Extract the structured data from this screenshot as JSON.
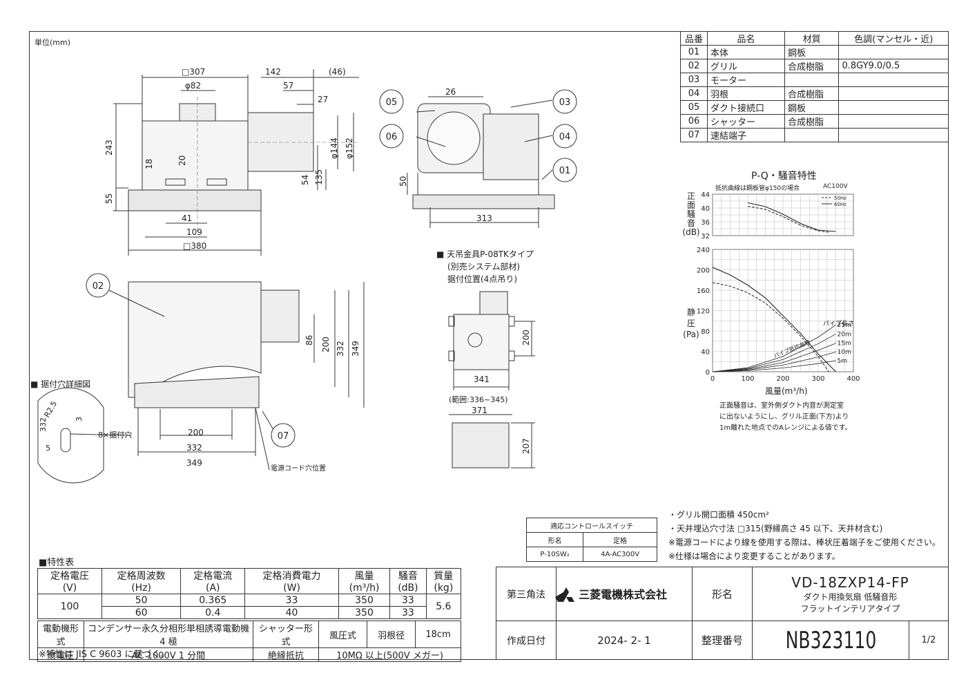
{
  "unit_label": "単位(mm)",
  "parts_table": {
    "headers": [
      "品番",
      "品名",
      "材質",
      "色調(マンセル・近)"
    ],
    "rows": [
      [
        "01",
        "本体",
        "鋼板",
        ""
      ],
      [
        "02",
        "グリル",
        "合成樹脂",
        "0.8GY9.0/0.5"
      ],
      [
        "03",
        "モーター",
        "",
        ""
      ],
      [
        "04",
        "羽根",
        "合成樹脂",
        ""
      ],
      [
        "05",
        "ダクト接続口",
        "鋼板",
        ""
      ],
      [
        "06",
        "シャッター",
        "合成樹脂",
        ""
      ],
      [
        "07",
        "速結端子",
        "",
        ""
      ]
    ]
  },
  "top_view_dims": {
    "d307": "□307",
    "d142": "142",
    "d46": "(46)",
    "d82": "φ82",
    "d57": "57",
    "d27": "27",
    "d243": "243",
    "d144": "φ144",
    "d152": "φ152",
    "d18": "18",
    "d20": "20",
    "d54": "54",
    "d135": "135",
    "d55": "55",
    "d41": "41",
    "d109": "109",
    "d380": "□380"
  },
  "side_view_dims": {
    "d26": "26",
    "d50": "50",
    "d313": "313"
  },
  "callouts": [
    "05",
    "06",
    "03",
    "04",
    "01",
    "02",
    "07"
  ],
  "bottom_view_dims": {
    "d86": "86",
    "d200": "200",
    "d332": "332",
    "d349": "349",
    "h200": "200",
    "h332": "332",
    "h349": "349"
  },
  "mounting_holes": {
    "title": "■ 据付穴詳細図",
    "r": "R2.5",
    "d332": "332",
    "d3": "3",
    "d5": "5",
    "hole_label": "8×据付穴",
    "cord_label": "電源コード穴位置"
  },
  "bracket": {
    "title": "■ 天吊金具P-08TKタイプ",
    "sub1": "(別売システム部材)",
    "sub2": "据付位置(4点吊り)",
    "d200": "200",
    "d341": "341",
    "range": "(範囲:336~345)",
    "d371": "371",
    "d207": "207"
  },
  "pq_chart_labels": {
    "title": "P-Q・騒音特性",
    "subtitle": "抵抗曲線は鋼板管φ150の場合",
    "ac": "AC100V",
    "legend_50": "50Hz",
    "legend_60": "60Hz",
    "noise_ylabel": [
      "正",
      "面",
      "騒",
      "音",
      "(dB)"
    ],
    "pressure_ylabel": [
      "静",
      "圧",
      "(Pa)"
    ],
    "xlabel": "風量(m³/h)",
    "pipe_label": "パイプ長さ",
    "resistance_label": "パイプ抵抗曲線",
    "note1": "正面騒音は、室外側ダクト内音が測定室",
    "note2": "に出ないようにし、グリル正面(下方)より",
    "note3": "1m離れた地点でのAレンジによる値です。"
  },
  "chart_data": [
    {
      "type": "line",
      "title": "",
      "ylabel": "正面騒音(dB)",
      "xlim": [
        0,
        400
      ],
      "ylim": [
        32,
        44
      ],
      "yticks": [
        32,
        36,
        40,
        44
      ],
      "series": [
        {
          "name": "50Hz",
          "x": [
            100,
            150,
            200,
            250,
            300,
            330
          ],
          "y": [
            40.5,
            39.6,
            37.5,
            35.0,
            33.4,
            33.0
          ]
        },
        {
          "name": "60Hz",
          "x": [
            100,
            150,
            200,
            250,
            300,
            350
          ],
          "y": [
            41.5,
            40.4,
            38.2,
            35.5,
            33.6,
            33.2
          ]
        }
      ]
    },
    {
      "type": "line",
      "title": "",
      "xlabel": "風量(m³/h)",
      "ylabel": "静圧(Pa)",
      "xlim": [
        0,
        400
      ],
      "ylim": [
        0,
        240
      ],
      "xticks": [
        0,
        100,
        200,
        300,
        400
      ],
      "yticks": [
        0,
        40,
        80,
        120,
        160,
        200,
        240
      ],
      "series": [
        {
          "name": "50Hz",
          "x": [
            0,
            50,
            100,
            150,
            200,
            250,
            300,
            330
          ],
          "y": [
            175,
            168,
            155,
            135,
            105,
            70,
            30,
            0
          ]
        },
        {
          "name": "60Hz",
          "x": [
            0,
            50,
            100,
            150,
            200,
            250,
            300,
            350
          ],
          "y": [
            205,
            190,
            170,
            145,
            110,
            75,
            35,
            0
          ]
        },
        {
          "name": "25m",
          "x": [
            0,
            100,
            200,
            300,
            350
          ],
          "y": [
            0,
            8,
            30,
            68,
            92
          ]
        },
        {
          "name": "20m",
          "x": [
            0,
            100,
            200,
            300,
            350
          ],
          "y": [
            0,
            6.5,
            24,
            55,
            74
          ]
        },
        {
          "name": "15m",
          "x": [
            0,
            100,
            200,
            300,
            350
          ],
          "y": [
            0,
            5,
            18,
            42,
            56
          ]
        },
        {
          "name": "10m",
          "x": [
            0,
            100,
            200,
            300,
            350
          ],
          "y": [
            0,
            3.5,
            13,
            29,
            39
          ]
        },
        {
          "name": "5m",
          "x": [
            0,
            100,
            200,
            300,
            350
          ],
          "y": [
            0,
            2,
            7.5,
            16,
            22
          ]
        }
      ]
    }
  ],
  "control_switch": {
    "title": "適応コントロールスイッチ",
    "h1": "形名",
    "h2": "定格",
    "v1": "P-10SW₂",
    "v2": "4A-AC300V"
  },
  "notes": [
    "・グリル開口面積 450cm²",
    "・天井埋込穴寸法 □315(野縁高さ 45 以下、天井材含む)",
    "※電源コードにより線を使用する際は、棒状圧着端子をご使用ください。",
    "※仕様は場合により変更することがあります。"
  ],
  "spec_table": {
    "title": "■特性表",
    "headers": [
      [
        "定格電圧",
        "(V)"
      ],
      [
        "定格周波数",
        "(Hz)"
      ],
      [
        "定格電流",
        "(A)"
      ],
      [
        "定格消費電力",
        "(W)"
      ],
      [
        "風量",
        "(m³/h)"
      ],
      [
        "騒音",
        "(dB)"
      ],
      [
        "質量",
        "(kg)"
      ]
    ],
    "voltage": "100",
    "rows": [
      [
        "50",
        "0.365",
        "33",
        "350",
        "33"
      ],
      [
        "60",
        "0.4",
        "40",
        "350",
        "33"
      ]
    ],
    "mass": "5.6",
    "motor_label": "電動機形式",
    "motor_value": "コンデンサー永久分相形単相誘導電動機 4 極",
    "shutter_label": "シャッター形式",
    "shutter_value": "風圧式",
    "blade_label": "羽根径",
    "blade_value": "18cm",
    "withstand_label": "耐電圧",
    "withstand_value": "AC 1000V 1 分間",
    "insulation_label": "絶縁抵抗",
    "insulation_value": "10MΩ 以上(500V メガー)",
    "footnote": "※特性は JIS C 9603 に基づく。"
  },
  "title_block": {
    "projection": "第三角法",
    "company": "三菱電機株式会社",
    "model_label": "形名",
    "model": "VD-18ZXP14-FP",
    "desc1": "ダクト用換気扇 低騒音形",
    "desc2": "フラットインテリアタイプ",
    "date_label": "作成日付",
    "date": "2024- 2- 1",
    "number_label": "整理番号",
    "number": "NB323110",
    "page": "1/2"
  }
}
